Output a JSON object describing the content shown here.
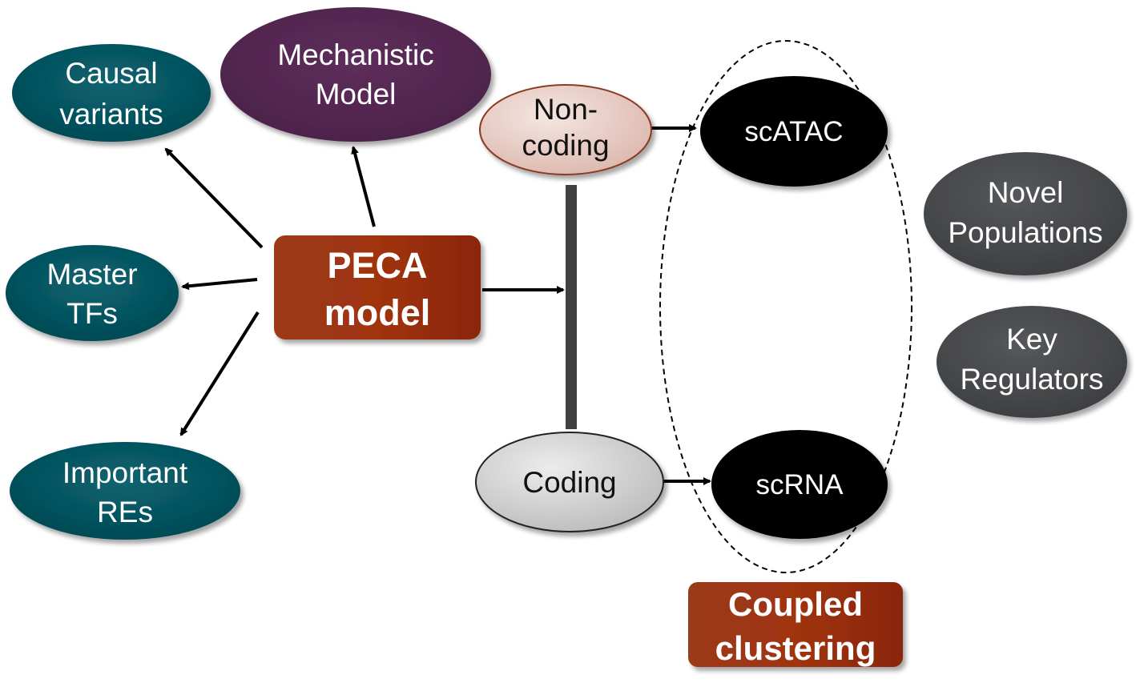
{
  "nodes": {
    "causal_variants": {
      "line1": "Causal",
      "line2": "variants",
      "color": "#03505c"
    },
    "mechanistic_model": {
      "line1": "Mechanistic",
      "line2": "Model",
      "color": "#52264f"
    },
    "master_tfs": {
      "line1": "Master",
      "line2": "TFs",
      "color": "#03505c"
    },
    "important_res": {
      "line1": "Important",
      "line2": "REs",
      "color": "#03505c"
    },
    "peca_model": {
      "line1": "PECA",
      "line2": "model",
      "color": "#8f2a0e"
    },
    "non_coding": {
      "line1": "Non-",
      "line2": "coding",
      "color": "#e9cfc8"
    },
    "coding": {
      "label": "Coding",
      "color": "#d0d0d0"
    },
    "scatac": {
      "label": "scATAC",
      "color": "#000000"
    },
    "scrna": {
      "label": "scRNA",
      "color": "#000000"
    },
    "novel_populations": {
      "line1": "Novel",
      "line2": "Populations",
      "color": "#46484b"
    },
    "key_regulators": {
      "line1": "Key",
      "line2": "Regulators",
      "color": "#46484b"
    },
    "coupled_clustering": {
      "line1": "Coupled",
      "line2": "clustering",
      "color": "#8f2a0e"
    }
  }
}
